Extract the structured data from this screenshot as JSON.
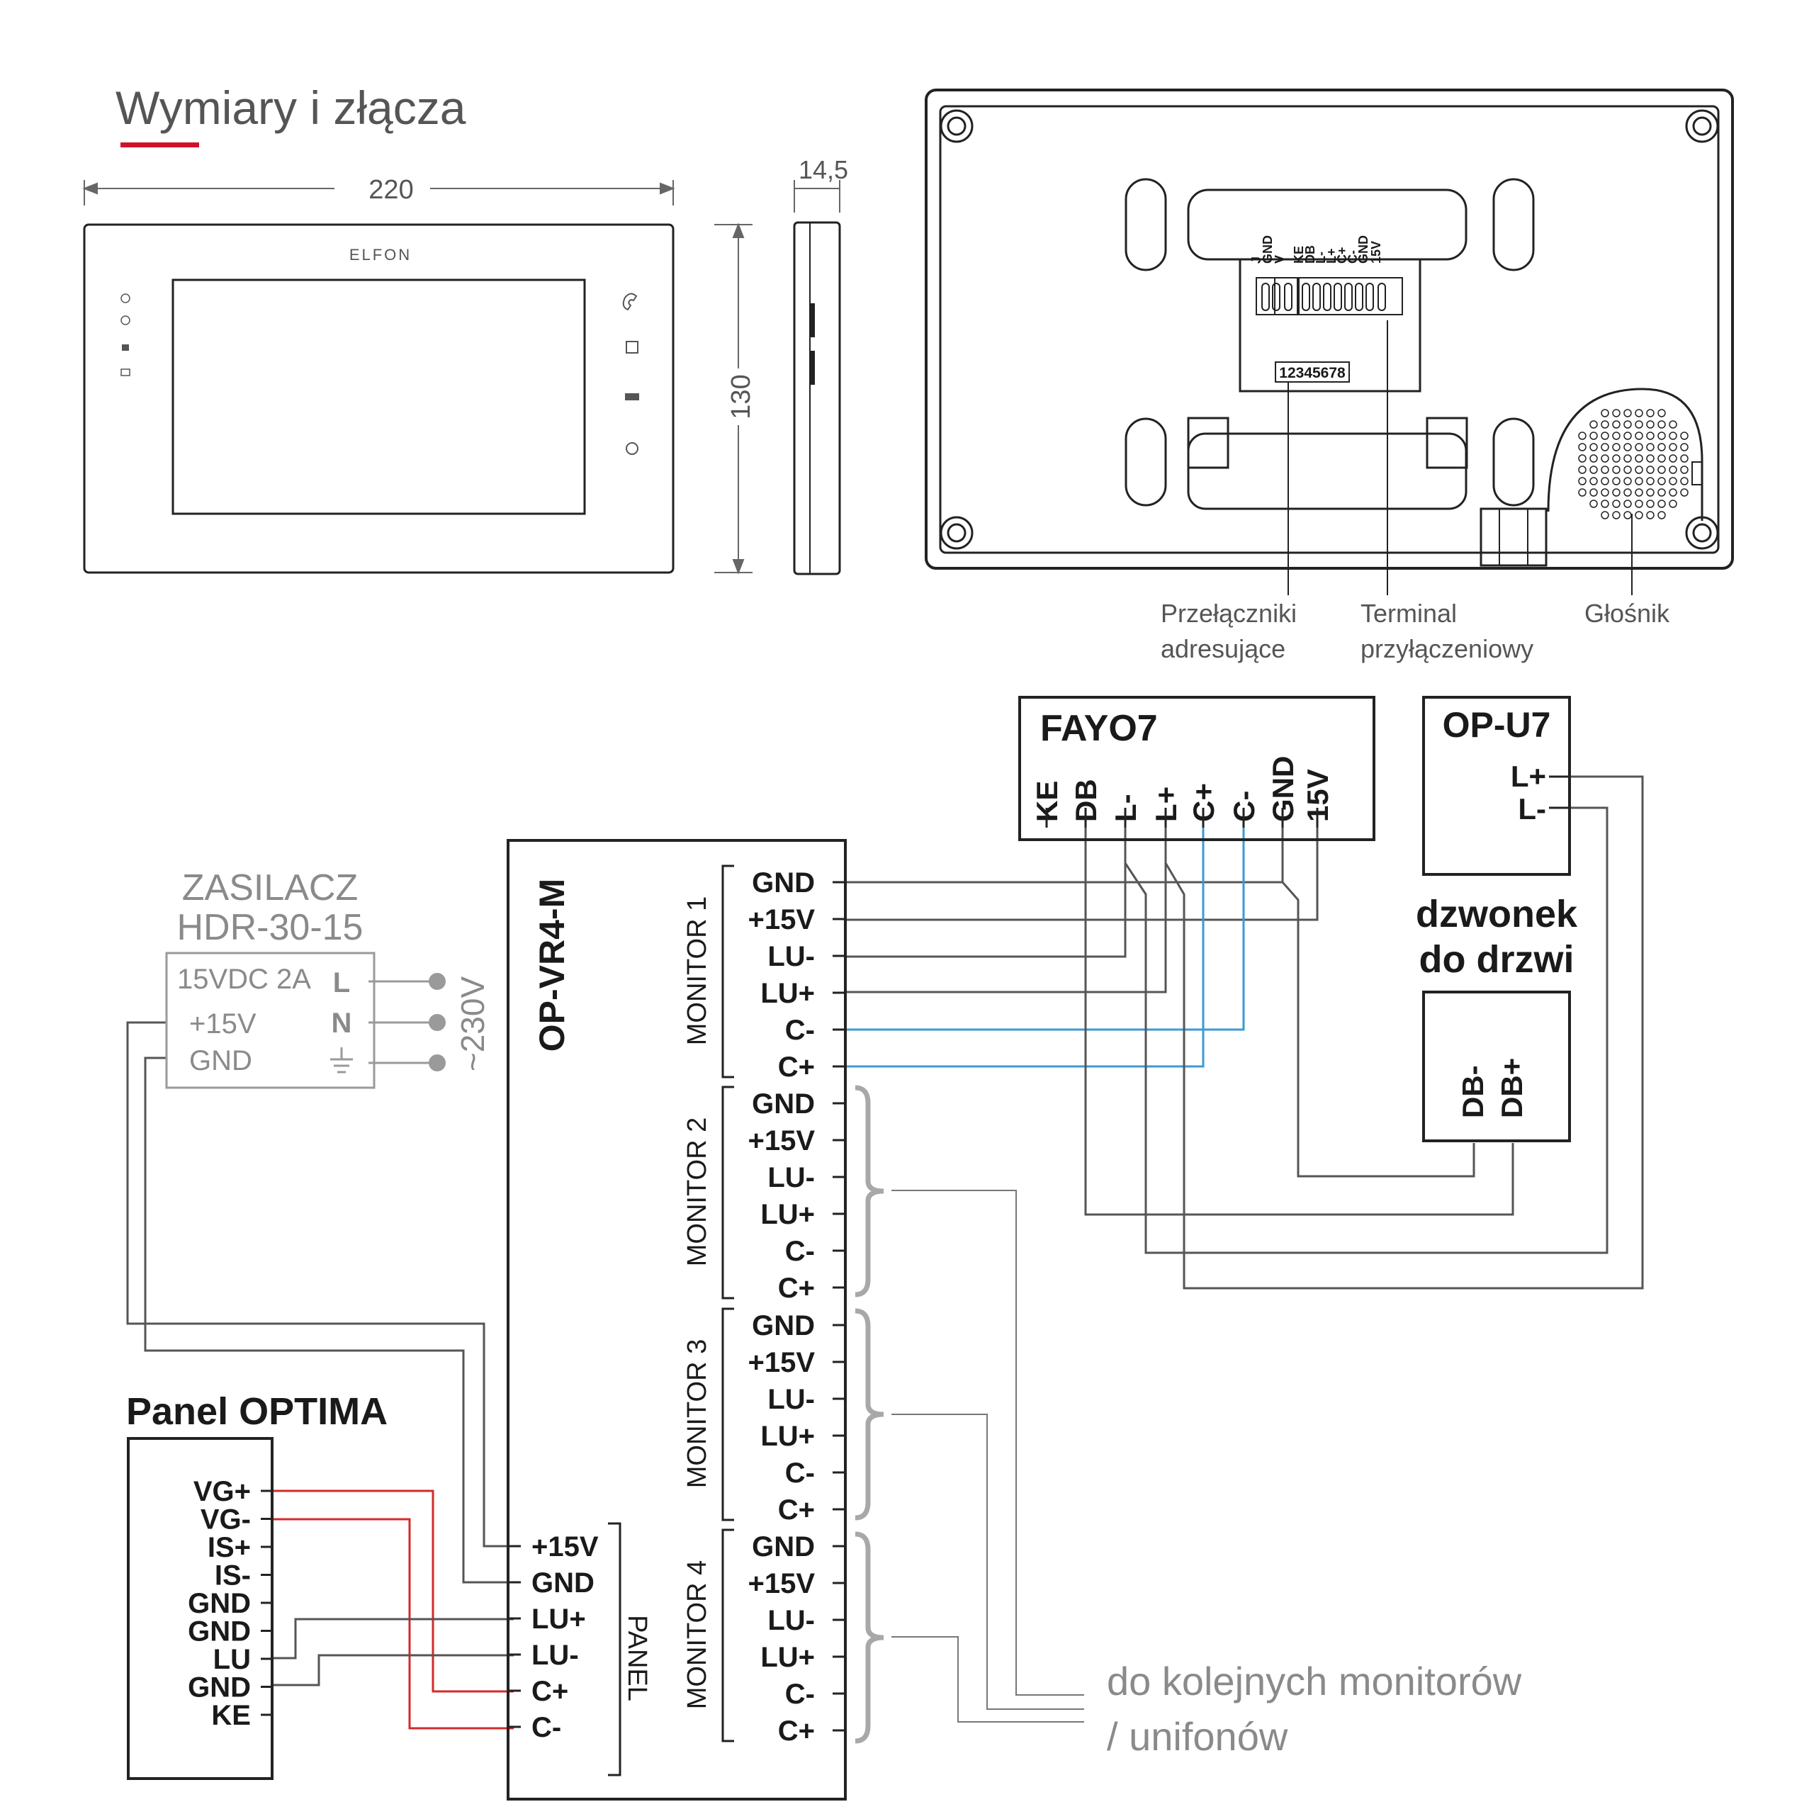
{
  "header": {
    "title": "Wymiary i złącza"
  },
  "dimensions": {
    "width": "220",
    "height": "130",
    "depth": "14,5"
  },
  "monitor_front": {
    "brand": "ELFON"
  },
  "back_panel": {
    "terminal_labels": [
      "J",
      "GND",
      "V",
      "KE",
      "DB",
      "L-",
      "L+",
      "C+",
      "C-",
      "GND",
      "15V"
    ],
    "switch_numbers": "12345678",
    "callouts": {
      "switches_line1": "Przełączniki",
      "switches_line2": "adresujące",
      "terminal_line1": "Terminal",
      "terminal_line2": "przyłączeniowy",
      "speaker": "Głośnik"
    }
  },
  "power_supply": {
    "title_line1": "ZASILACZ",
    "title_line2": "HDR-30-15",
    "rating": "15VDC 2A",
    "output_plus": "+15V",
    "output_gnd": "GND",
    "input_l": "L",
    "input_n": "N",
    "mains": "~230V"
  },
  "distributor": {
    "name": "OP-VR4-M",
    "panel_group": "PANEL",
    "panel_terminals": [
      "+15V",
      "GND",
      "LU+",
      "LU-",
      "C+",
      "C-"
    ],
    "monitor_groups": [
      {
        "label": "MONITOR 1",
        "terminals": [
          "GND",
          "+15V",
          "LU-",
          "LU+",
          "C-",
          "C+"
        ]
      },
      {
        "label": "MONITOR 2",
        "terminals": [
          "GND",
          "+15V",
          "LU-",
          "LU+",
          "C-",
          "C+"
        ]
      },
      {
        "label": "MONITOR 3",
        "terminals": [
          "GND",
          "+15V",
          "LU-",
          "LU+",
          "C-",
          "C+"
        ]
      },
      {
        "label": "MONITOR 4",
        "terminals": [
          "GND",
          "+15V",
          "LU-",
          "LU+",
          "C-",
          "C+"
        ]
      }
    ]
  },
  "monitor_block": {
    "name": "FAYO7",
    "terminals": [
      "KE",
      "DB",
      "L-",
      "L+",
      "C+",
      "C-",
      "GND",
      "15V"
    ]
  },
  "handset_block": {
    "name": "OP-U7",
    "terminals": [
      "L+",
      "L-"
    ]
  },
  "doorbell_block": {
    "title_line1": "dzwonek",
    "title_line2": "do drzwi",
    "terminals": [
      "DB-",
      "DB+"
    ]
  },
  "outdoor_panel": {
    "title": "Panel OPTIMA",
    "terminals": [
      "VG+",
      "VG-",
      "IS+",
      "IS-",
      "GND",
      "GND",
      "LU",
      "GND",
      "KE"
    ]
  },
  "footnote": {
    "line1": "do kolejnych monitorów",
    "line2": "/ unifonów"
  },
  "colors": {
    "wire": "#555555",
    "video_wire": "#3a9bd5",
    "panel_video_wire": "#d42a2a",
    "accent_underline": "#d0112b",
    "grey_component": "#9a9a9a",
    "brace": "#a8a8a8"
  }
}
